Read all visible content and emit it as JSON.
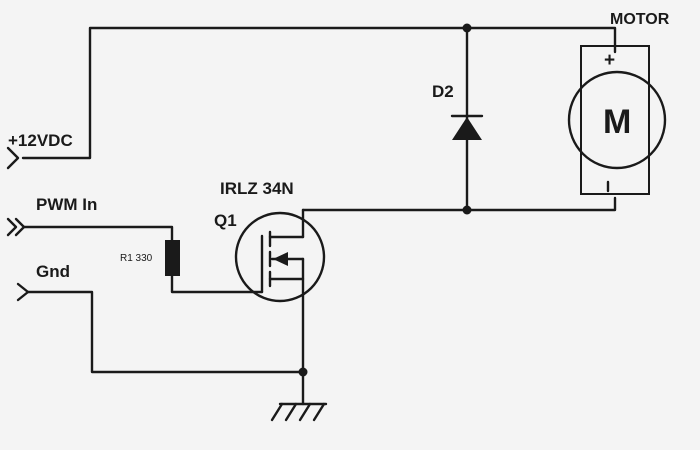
{
  "labels": {
    "supply": "+12VDC",
    "pwm": "PWM In",
    "gnd": "Gnd",
    "resistor": "R1 330",
    "transistor_part": "IRLZ 34N",
    "transistor_ref": "Q1",
    "diode": "D2",
    "motor": "MOTOR",
    "motor_plus": "+",
    "motor_symbol": "M"
  },
  "colors": {
    "background": "#f4f4f4",
    "ink": "#1a1a1a"
  }
}
